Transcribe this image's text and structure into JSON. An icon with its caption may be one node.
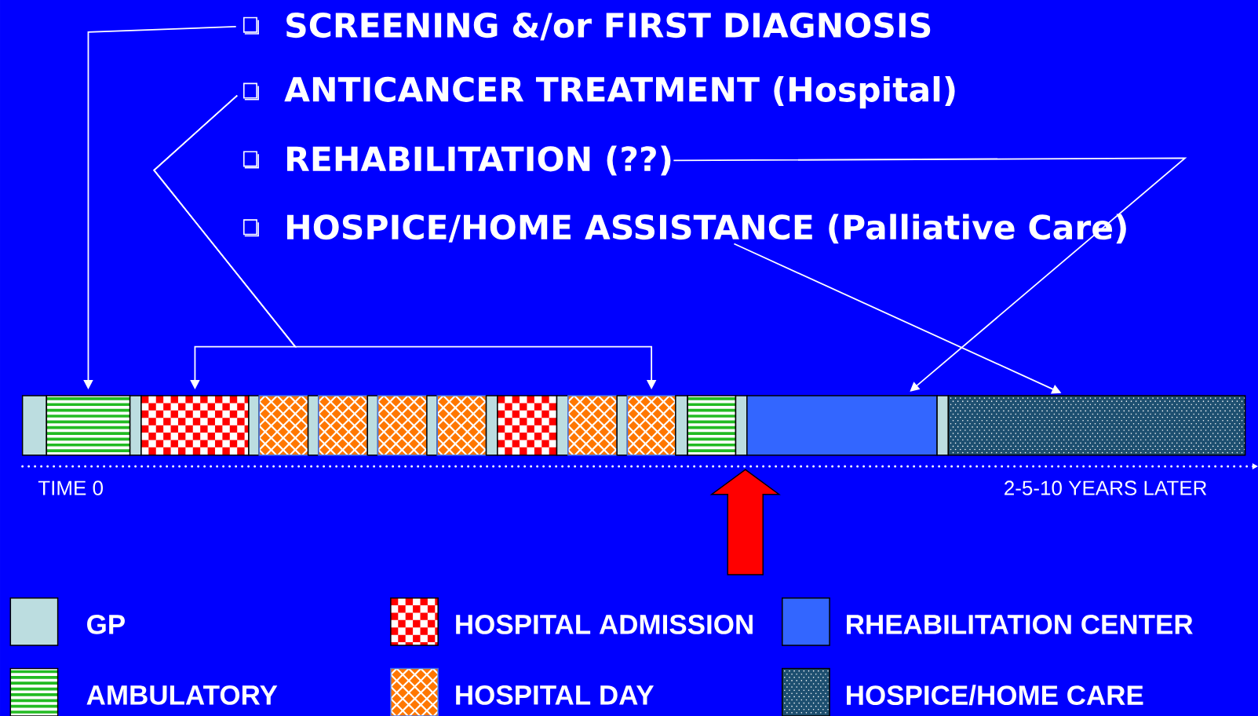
{
  "diagram": {
    "nodes": [
      {
        "text": [
          "SCREENING &/or FIRST DIAGNOSIS"
        ]
      },
      {
        "text": [
          "ANTICANCER TREATMENT (Hospital)"
        ]
      },
      {
        "text": [
          "REHABILITATION (??)"
        ]
      },
      {
        "text": [
          "HOSPICE/HOME ASSISTANCE (Palliative Care)"
        ]
      },
      {
        "text": [],
        "shape": "box"
      },
      {
        "text": [],
        "shape": "box"
      },
      {
        "text": [],
        "shape": "box"
      },
      {
        "text": [],
        "shape": "box"
      },
      {
        "text": [],
        "shape": "box"
      },
      {
        "text": [],
        "shape": "box"
      },
      {
        "text": [],
        "shape": "box"
      },
      {
        "text": [],
        "shape": "box"
      },
      {
        "text": [],
        "shape": "box"
      },
      {
        "text": [],
        "shape": "box"
      },
      {
        "text": [],
        "shape": "box"
      },
      {
        "text": [],
        "shape": "box"
      },
      {
        "text": [],
        "shape": "box"
      },
      {
        "text": [],
        "shape": "box"
      },
      {
        "text": [],
        "shape": "box"
      },
      {
        "text": [],
        "shape": "box"
      },
      {
        "text": [],
        "shape": "box"
      },
      {
        "text": [],
        "shape": "box"
      },
      {
        "text": [],
        "shape": "box"
      },
      {
        "text": [],
        "shape": "box"
      },
      {
        "text": [],
        "shape": "box"
      },
      {
        "text": [],
        "shape": "box"
      },
      {
        "text": [],
        "shape": "box"
      },
      {
        "text": [],
        "shape": "box"
      }
    ],
    "edges": [
      {
        "from": 0,
        "to": 5,
        "arrow": "to"
      },
      {
        "from": 1,
        "to": 7,
        "arrow": "to"
      },
      {
        "from": 1,
        "to": 21,
        "arrow": "to"
      },
      {
        "from": 2,
        "to": 25,
        "arrow": "to"
      },
      {
        "from": 3,
        "to": 27,
        "arrow": "to"
      }
    ],
    "labels": [
      "TIME 0",
      "2-5-10 YEARS LATER"
    ],
    "legend": [
      {
        "text": "GP",
        "color": "#bcdde0"
      },
      {
        "text": "HOSPITAL ADMISSION"
      },
      {
        "text": "RHEABILITATION CENTER",
        "color": "#3366ff"
      },
      {
        "text": "AMBULATORY"
      },
      {
        "text": "HOSPITAL DAY"
      },
      {
        "text": "HOSPICE/HOME CARE"
      }
    ]
  }
}
